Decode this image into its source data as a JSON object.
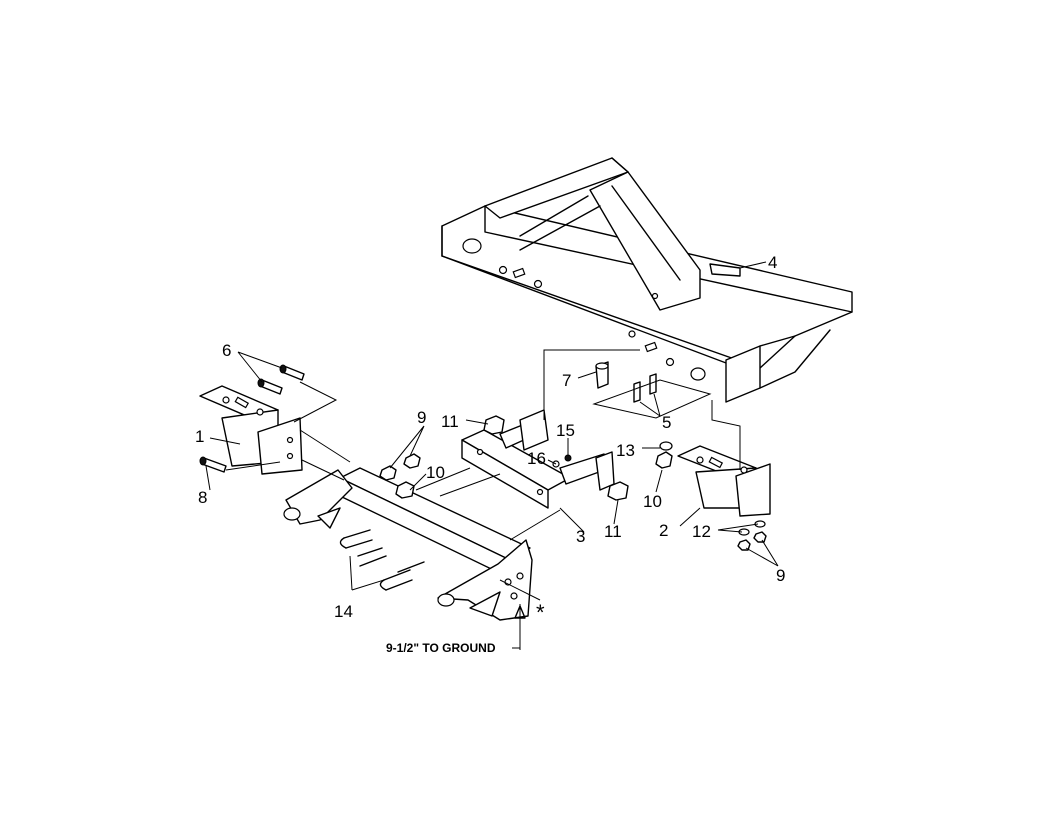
{
  "diagram": {
    "part_labels": [
      {
        "id": "l1",
        "text": "1"
      },
      {
        "id": "l2",
        "text": "2"
      },
      {
        "id": "l3",
        "text": "3"
      },
      {
        "id": "l4",
        "text": "4"
      },
      {
        "id": "l5",
        "text": "5"
      },
      {
        "id": "l6",
        "text": "6"
      },
      {
        "id": "l7",
        "text": "7"
      },
      {
        "id": "l8",
        "text": "8"
      },
      {
        "id": "l9a",
        "text": "9"
      },
      {
        "id": "l9b",
        "text": "9"
      },
      {
        "id": "l10a",
        "text": "10"
      },
      {
        "id": "l10b",
        "text": "10"
      },
      {
        "id": "l11a",
        "text": "11"
      },
      {
        "id": "l11b",
        "text": "11"
      },
      {
        "id": "l12",
        "text": "12"
      },
      {
        "id": "l13",
        "text": "13"
      },
      {
        "id": "l14",
        "text": "14"
      },
      {
        "id": "l15",
        "text": "15"
      },
      {
        "id": "l16",
        "text": "16"
      }
    ],
    "ground_note": "9-1/2\" TO GROUND",
    "asterisk": "*"
  }
}
